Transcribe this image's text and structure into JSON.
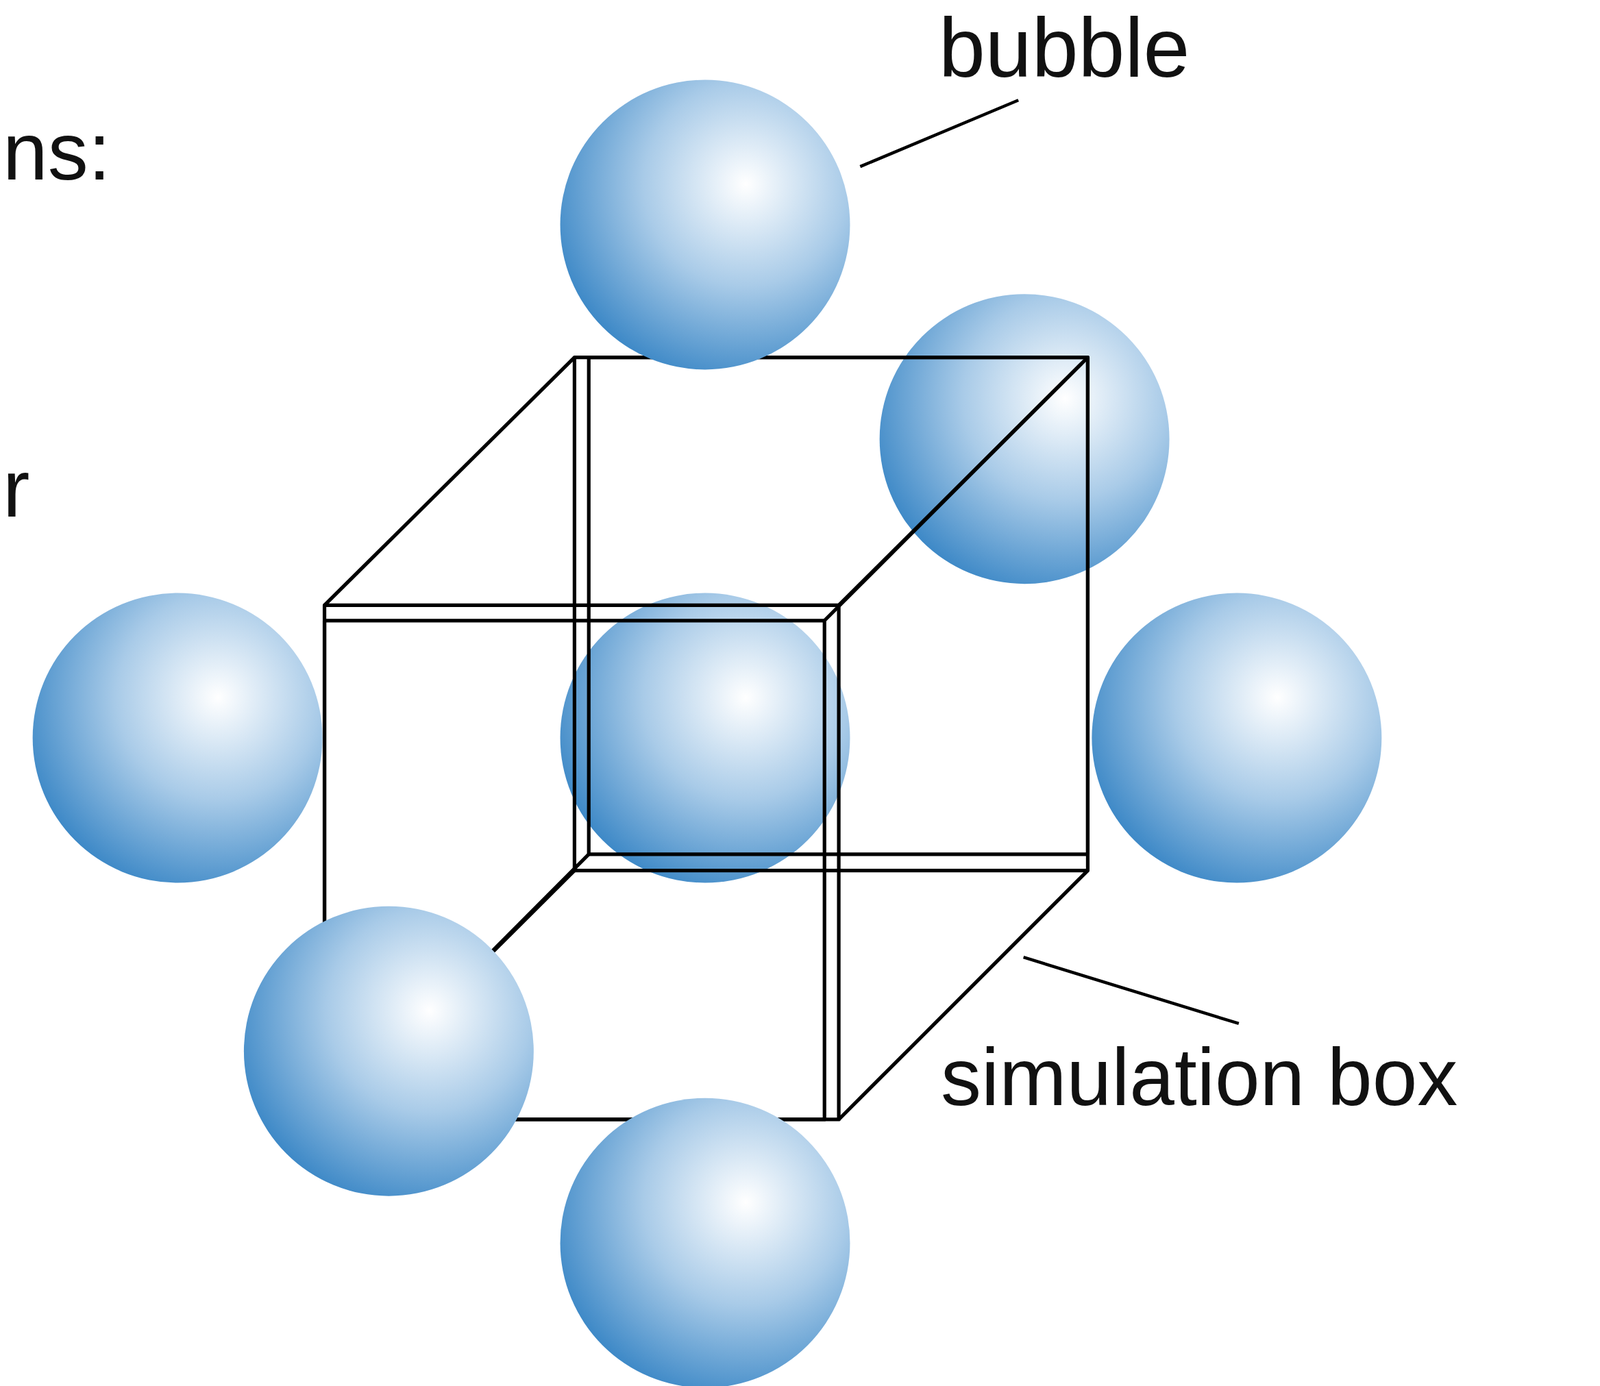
{
  "diagram": {
    "labels": [
      "ns:",
      "r",
      "bubble",
      "simulation box"
    ]
  }
}
